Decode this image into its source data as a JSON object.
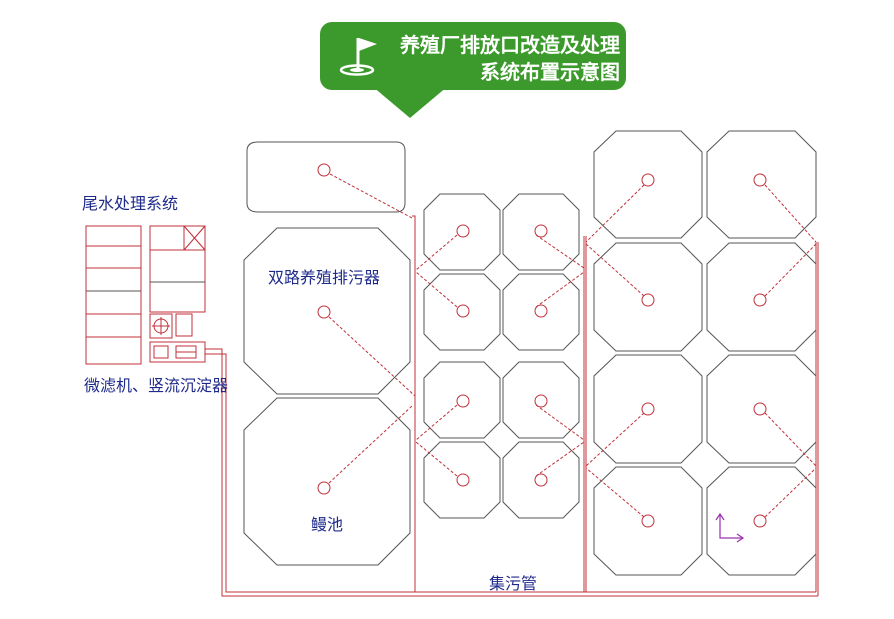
{
  "header": {
    "title": "养殖厂排放口改造及处理",
    "subtitle": "系统布置示意图",
    "icon": "flag-icon",
    "accent": "#3c9a2c"
  },
  "labels": {
    "tail_water": "尾水处理系统",
    "equipment": "微滤机、竖流沉淀器",
    "sewage_discharger": "双路养殖排污器",
    "sludge_pool": "鳗池",
    "collection_pipe": "集污管"
  },
  "colors": {
    "outline": "#555555",
    "pipe": "#c0303a",
    "text": "#1e2a8a",
    "axis": "#9b30b0"
  }
}
